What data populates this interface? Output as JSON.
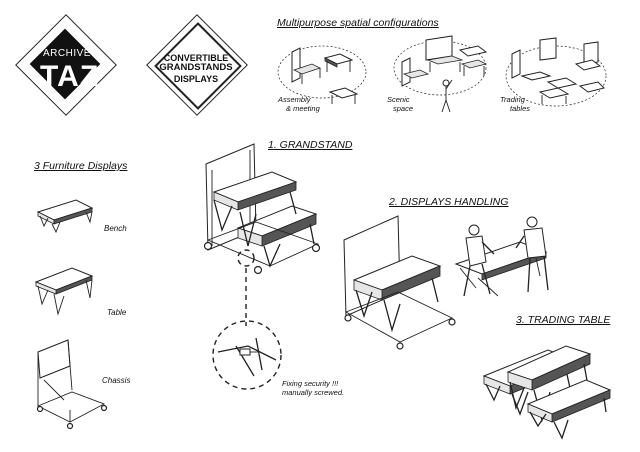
{
  "logo": {
    "small_text": "ARCHIVE",
    "big_text": "TAZ"
  },
  "badge": {
    "line1": "CONVERTIBLE",
    "line2": "GRANDSTANDS",
    "line3": "DISPLAYS"
  },
  "config": {
    "title": "Multipurpose spatial configurations",
    "label_assembly_1": "Assembly",
    "label_assembly_2": "& meeting",
    "label_scenic_1": "Scenic",
    "label_scenic_2": "space",
    "label_trading_1": "Trading",
    "label_trading_2": "tables"
  },
  "furniture": {
    "title": "3  Furniture  Displays",
    "bench": "Bench",
    "table": "Table",
    "chassis": "Chassis"
  },
  "grandstand": {
    "title": "1. GRANDSTAND"
  },
  "fixing": {
    "line1": "Fixing security !!!",
    "line2": "manually screwed."
  },
  "handling": {
    "title": "2. DISPLAYS HANDLING"
  },
  "trading": {
    "title": "3. TRADING TABLE"
  }
}
